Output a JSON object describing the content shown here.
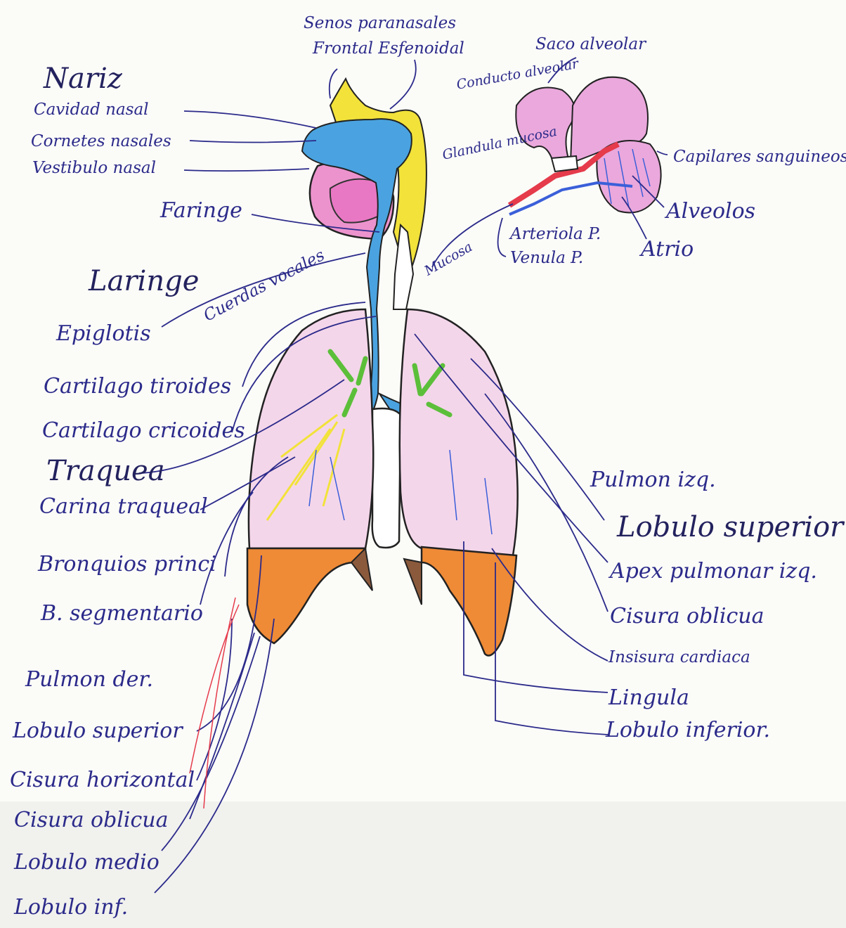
{
  "colors": {
    "ink": "#2b2a8a",
    "airway_blue": "#4aa3e0",
    "sinus_yellow": "#f2e23a",
    "mouth_pink": "#ec93cd",
    "lung_pink": "#f4d6ea",
    "diaphragm_orange": "#ef8a36",
    "bronchi_green": "#5cbf3a",
    "artery_red": "#e53b4b",
    "vein_blue": "#3a5fd9",
    "alveoli_pink": "#eaa8dc"
  },
  "labels": {
    "senos": "Senos paranasales",
    "frontal_esfenoidal": "Frontal Esfenoidal",
    "saco_alveolar": "Saco alveolar",
    "nariz": "Nariz",
    "cavidad_nasal": "Cavidad nasal",
    "cornetes_nasales": "Cornetes nasales",
    "vestibulo_nasal": "Vestibulo nasal",
    "faringe": "Faringe",
    "laringe": "Laringe",
    "cuerdas_vocales": "Cuerdas vocales",
    "epiglotis": "Epiglotis",
    "cartilago_tiroides": "Cartilago tiroides",
    "cartilago_cricoides": "Cartilago cricoides",
    "traquea": "Traquea",
    "carina_traqueal": "Carina traqueal",
    "bronquios_princi": "Bronquios princi",
    "b_segmentario": "B. segmentario",
    "pulmon_der": "Pulmon der.",
    "lobulo_superior_der": "Lobulo superior",
    "cisura_horizontal": "Cisura horizontal",
    "cisura_oblicua_der": "Cisura oblicua",
    "lobulo_medio": "Lobulo medio",
    "lobulo_inf_der": "Lobulo inf.",
    "conducto_alveolar": "Conducto alveolar",
    "glandula_mucosa": "Glandula mucosa",
    "capilares_sanguineos": "Capilares sanguineos",
    "alveolos": "Alveolos",
    "mucosa": "Mucosa",
    "arteriola_p": "Arteriola P.",
    "venula_p": "Venula P.",
    "atrio": "Atrio",
    "pulmon_izq": "Pulmon izq.",
    "lobulo_superior_izq": "Lobulo superior",
    "apex_pulmonar_izq": "Apex pulmonar izq.",
    "cisura_oblicua_izq": "Cisura oblicua",
    "incisura_cardiaca": "Insisura cardiaca",
    "lingula": "Lingula",
    "lobulo_inferior_izq": "Lobulo inferior."
  }
}
